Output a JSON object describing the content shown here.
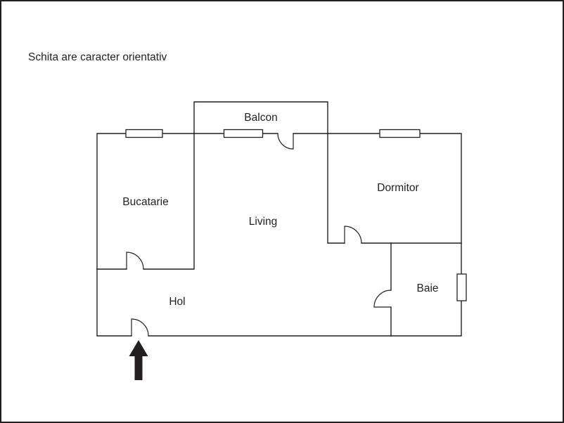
{
  "page": {
    "note": "Schita are caracter orientativ"
  },
  "floorplan": {
    "rooms": {
      "balcon": "Balcon",
      "bucatarie": "Bucatarie",
      "living": "Living",
      "dormitor": "Dormitor",
      "hol": "Hol",
      "baie": "Baie"
    },
    "features": {
      "windows": 4,
      "doors": 5,
      "entrance_marker": "arrow-up"
    }
  },
  "colors": {
    "line": "#231f20",
    "background": "#ffffff"
  }
}
